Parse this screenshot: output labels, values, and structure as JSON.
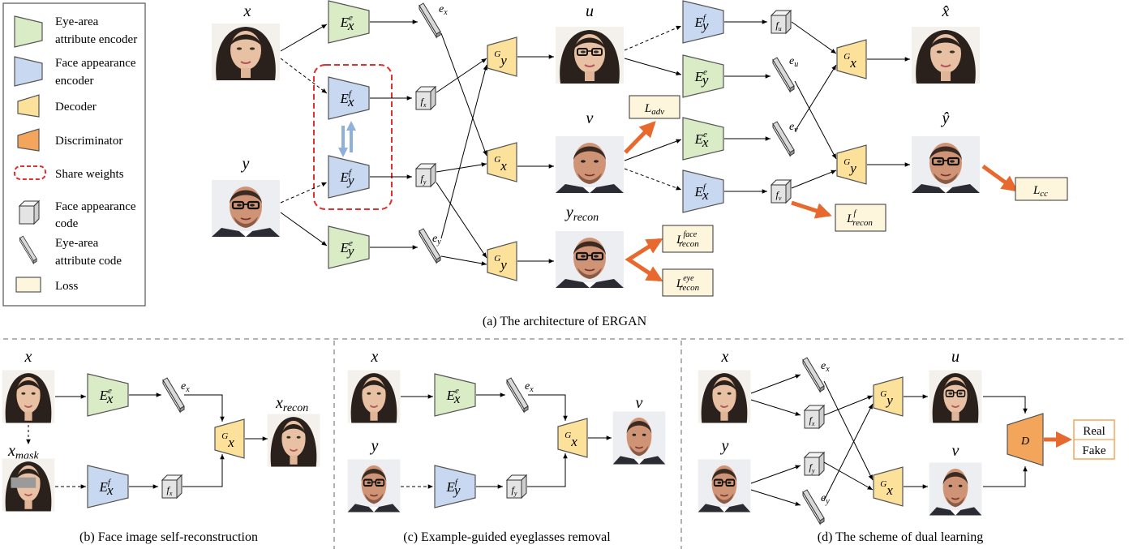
{
  "legend": {
    "items": [
      {
        "kind": "encoder-green",
        "line1": "Eye-area",
        "line2": "attribute encoder",
        "color": "#d9ecc6"
      },
      {
        "kind": "encoder-blue",
        "line1": "Face appearance",
        "line2": "encoder",
        "color": "#c7d8f0"
      },
      {
        "kind": "decoder",
        "line1": "Decoder",
        "line2": "",
        "color": "#fce19a"
      },
      {
        "kind": "discriminator",
        "line1": "Discriminator",
        "line2": "",
        "color": "#f3a65b"
      },
      {
        "kind": "share",
        "line1": "Share weights",
        "line2": "",
        "color": "#e03131"
      },
      {
        "kind": "cube",
        "line1": "Face appearance",
        "line2": "code",
        "color": "#e6e6e6"
      },
      {
        "kind": "bar",
        "line1": "Eye-area",
        "line2": "attribute code",
        "color": "#e6e6e6"
      },
      {
        "kind": "loss",
        "line1": "Loss",
        "line2": "",
        "color": "#fdf6dc"
      }
    ]
  },
  "captions": {
    "a": "(a) The architecture of ERGAN",
    "b": "(b) Face image self-reconstruction",
    "c": "(c) Example-guided eyeglasses removal",
    "d": "(d) The scheme of dual learning"
  },
  "vars": {
    "x": "x",
    "y": "y",
    "u": "u",
    "v": "v",
    "x_hat": "x̂",
    "y_hat": "ŷ",
    "y_recon": "y",
    "y_recon_sub": "recon",
    "x_recon": "x",
    "x_recon_sub": "recon",
    "x_mask": "x",
    "x_mask_sub": "mask"
  },
  "losses": {
    "adv": {
      "main": "L",
      "sub": "adv"
    },
    "cc": {
      "main": "L",
      "sub": "cc"
    },
    "recon_f": {
      "main": "L",
      "sup": "f",
      "sub": "recon"
    },
    "recon_face": {
      "main": "L",
      "sup": "face",
      "sub": "recon"
    },
    "recon_eye": {
      "main": "L",
      "sup": "eye",
      "sub": "recon"
    }
  },
  "discriminator": {
    "label": "D",
    "real": "Real",
    "fake": "Fake"
  }
}
